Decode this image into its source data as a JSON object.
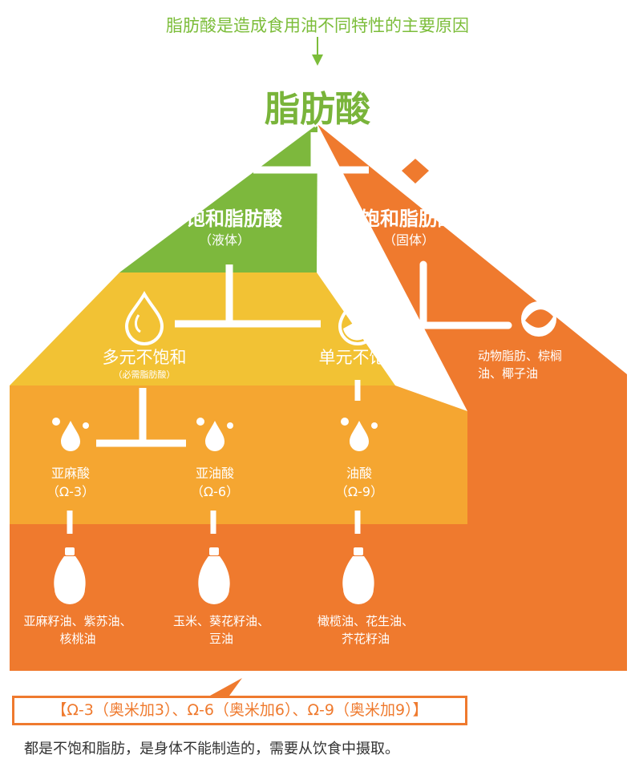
{
  "caption": "脂肪酸是造成食用油不同特性的主要原因",
  "title": "脂肪酸",
  "unsaturated": {
    "name": "不饱和脂肪酸",
    "state": "（液体）"
  },
  "saturated": {
    "name": "饱和脂肪酸",
    "state": "（固体）",
    "sources_line1": "动物脂肪、棕榈",
    "sources_line2": "油、椰子油"
  },
  "poly": {
    "name": "多元不饱和",
    "note": "（必需脂肪酸）"
  },
  "mono": {
    "name": "单元不饱和"
  },
  "acids": [
    {
      "name": "亚麻酸",
      "code": "（Ω-3）",
      "src1": "亚麻籽油、紫苏油、",
      "src2": "核桃油"
    },
    {
      "name": "亚油酸",
      "code": "（Ω-6）",
      "src1": "玉米、葵花籽油、",
      "src2": "豆油"
    },
    {
      "name": "油酸",
      "code": "（Ω-9）",
      "src1": "橄榄油、花生油、",
      "src2": "芥花籽油"
    }
  ],
  "formula": "【Ω-3（奥米加3）、Ω-6（奥米加6）、Ω-9（奥米加9）】",
  "footer": "都是不饱和脂肪，是身体不能制造的，需要从饮食中摄取。",
  "colors": {
    "green": "#7db83d",
    "yellow": "#f2c234",
    "amber": "#f5a631",
    "orange": "#ef7a2e",
    "caption": "#7cbd3a"
  }
}
